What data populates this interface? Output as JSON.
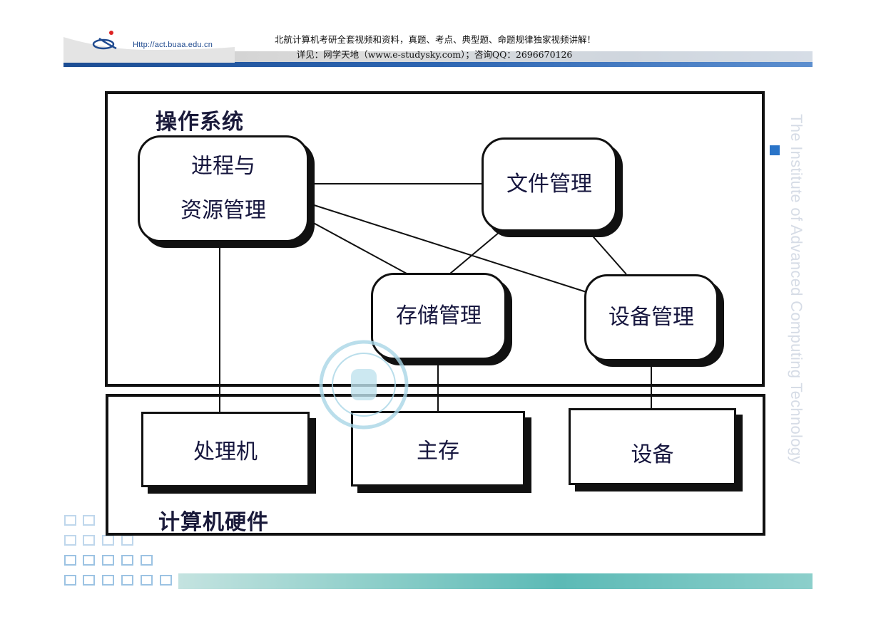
{
  "header": {
    "logo_url": "Http://act.buaa.edu.cn",
    "notice_line1": "北航计算机考研全套视频和资料，真题、考点、典型题、命题规律独家视频讲解！",
    "notice_line2": "详见：网学天地（www.e-studysky.com）；咨询QQ：2696670126"
  },
  "side_text": "The Institute of Advanced Computing Technology",
  "diagram": {
    "os_title": "操作系统",
    "hw_title": "计算机硬件",
    "nodes": {
      "process": "进程与\n资源管理",
      "file": "文件管理",
      "storage": "存储管理",
      "device_mgmt": "设备管理",
      "cpu": "处理机",
      "memory": "主存",
      "device": "设备"
    }
  },
  "colors": {
    "accent_blue": "#2e66b2",
    "teal_footer": "#5cbab6",
    "ink": "#16163e"
  }
}
